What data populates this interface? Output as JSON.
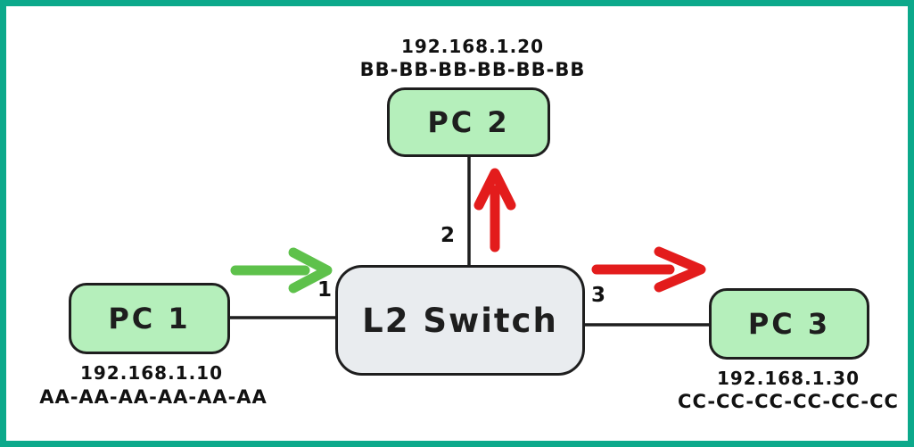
{
  "colors": {
    "frame": "#0ca98b",
    "node-fill": "#b5efbb",
    "switch-fill": "#e9ecef",
    "stroke": "#1e1e1e",
    "arrow-green": "#5ec14b",
    "arrow-red": "#e31c1c"
  },
  "nodes": {
    "pc1": {
      "label": "PC 1",
      "ip": "192.168.1.10",
      "mac": "AA-AA-AA-AA-AA-AA"
    },
    "pc2": {
      "label": "PC 2",
      "ip": "192.168.1.20",
      "mac": "BB-BB-BB-BB-BB-BB"
    },
    "pc3": {
      "label": "PC 3",
      "ip": "192.168.1.30",
      "mac": "CC-CC-CC-CC-CC-CC"
    },
    "switch": {
      "label": "L2 Switch"
    }
  },
  "ports": {
    "port1": "1",
    "port2": "2",
    "port3": "3"
  }
}
